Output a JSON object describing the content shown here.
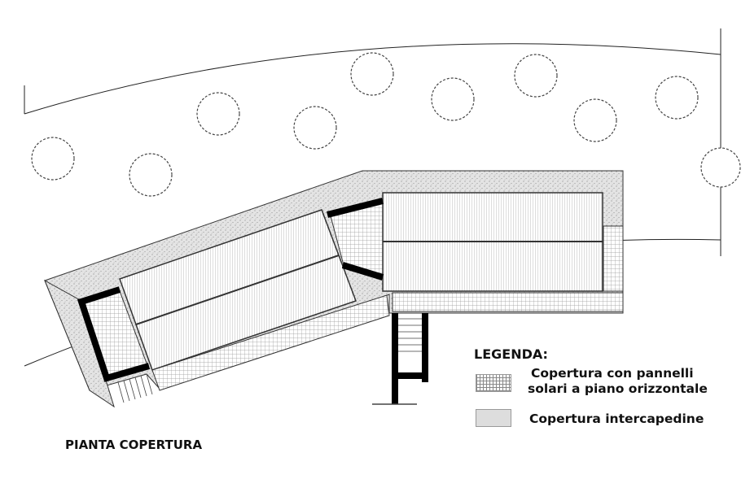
{
  "title": "PIANTA COPERTURA",
  "legend": {
    "title": "LEGENDA:",
    "items": [
      {
        "line1": "Copertura con pannelli",
        "line2": "solari a piano orizzontale",
        "pattern": "grid"
      },
      {
        "line1": "Copertura intercapedine",
        "pattern": "stipple"
      }
    ]
  },
  "colors": {
    "line": "#111111",
    "stipple": "#d8d8d8",
    "grid": "#888888"
  }
}
